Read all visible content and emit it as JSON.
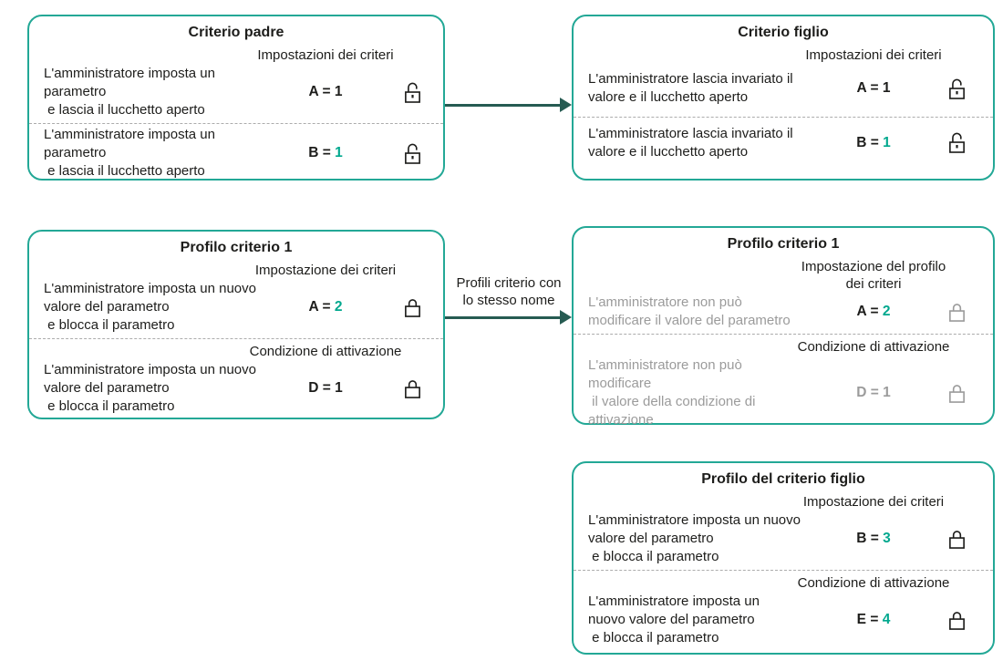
{
  "palette": {
    "box_border": "#23A896",
    "arrow": "#265B52",
    "accent": "#00A88E",
    "text_dark": "#1D1D1B",
    "text_gray": "#9B9B9B"
  },
  "connectors": {
    "middle_arrow_label": "Profili criterio con\nlo stesso nome"
  },
  "boxes": [
    {
      "title": "Criterio padre",
      "rows": [
        {
          "header": "Impostazioni dei criteri",
          "text": "L'amministratore imposta un\nparametro\n e lascia il lucchetto aperto",
          "text_color": "dark",
          "param_eq": "A = ",
          "param_color": "dark",
          "value": "1",
          "value_color": "dark",
          "lock": "open",
          "lock_color": "dark"
        },
        {
          "text": "L'amministratore imposta un\nparametro\n e lascia il lucchetto aperto",
          "text_color": "dark",
          "param_eq": "B = ",
          "param_color": "dark",
          "value": "1",
          "value_color": "teal",
          "lock": "open",
          "lock_color": "dark"
        }
      ]
    },
    {
      "title": "Criterio figlio",
      "rows": [
        {
          "header": "Impostazioni dei criteri",
          "text": "L'amministratore lascia invariato il\nvalore e il lucchetto aperto",
          "text_color": "dark",
          "param_eq": "A = ",
          "param_color": "dark",
          "value": "1",
          "value_color": "dark",
          "lock": "open",
          "lock_color": "dark"
        },
        {
          "text": "L'amministratore lascia invariato il\nvalore e il lucchetto aperto",
          "text_color": "dark",
          "param_eq": "B = ",
          "param_color": "dark",
          "value": "1",
          "value_color": "teal",
          "lock": "open",
          "lock_color": "dark"
        }
      ]
    },
    {
      "title": "Profilo criterio 1",
      "rows": [
        {
          "header": "Impostazione dei criteri",
          "text": "L'amministratore imposta un nuovo\nvalore del parametro\n e blocca il parametro",
          "text_color": "dark",
          "param_eq": "A = ",
          "param_color": "dark",
          "value": "2",
          "value_color": "teal",
          "lock": "closed",
          "lock_color": "dark"
        },
        {
          "header": "Condizione di attivazione",
          "text": "L'amministratore imposta un nuovo\nvalore del parametro\n e blocca il parametro",
          "text_color": "dark",
          "param_eq": "D = ",
          "param_color": "dark",
          "value": "1",
          "value_color": "dark",
          "lock": "closed",
          "lock_color": "dark"
        }
      ]
    },
    {
      "title": "Profilo criterio 1",
      "rows": [
        {
          "header": "Impostazione del profilo\ndei criteri",
          "text": "L'amministratore non può\nmodificare il valore del parametro",
          "text_color": "gray",
          "param_eq": "A = ",
          "param_color": "dark",
          "value": "2",
          "value_color": "teal",
          "lock": "closed",
          "lock_color": "gray"
        },
        {
          "header": "Condizione di attivazione",
          "text": "L'amministratore non può\nmodificare\n il valore della condizione di\nattivazione",
          "text_color": "gray",
          "param_eq": "D = ",
          "param_color": "gray",
          "value": "1",
          "value_color": "gray",
          "lock": "closed",
          "lock_color": "gray"
        }
      ]
    },
    {
      "title": "Profilo del criterio figlio",
      "rows": [
        {
          "header": "Impostazione dei criteri",
          "text": "L'amministratore imposta un nuovo\nvalore del parametro\n e blocca il parametro",
          "text_color": "dark",
          "param_eq": "B = ",
          "param_color": "dark",
          "value": "3",
          "value_color": "teal",
          "lock": "closed",
          "lock_color": "dark"
        },
        {
          "header": "Condizione di attivazione",
          "text": "L'amministratore imposta un\nnuovo valore del parametro\n e blocca il parametro",
          "text_color": "dark",
          "param_eq": "E = ",
          "param_color": "dark",
          "value": "4",
          "value_color": "teal",
          "lock": "closed",
          "lock_color": "dark"
        }
      ]
    }
  ]
}
